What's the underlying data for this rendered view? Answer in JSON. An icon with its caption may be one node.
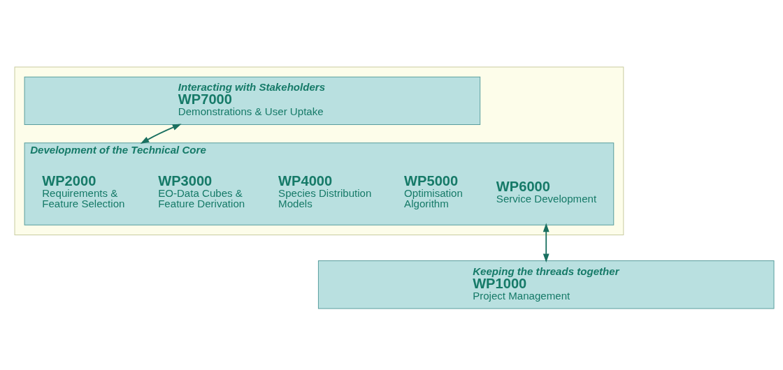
{
  "diagram": {
    "nodes": [
      {
        "text": [],
        "shape": "box"
      },
      {
        "text": [
          "Interacting with Stakeholders",
          "WP7000",
          "Demonstrations & User Uptake"
        ],
        "in": 0
      },
      {
        "text": [
          "Development of the Technical Core"
        ],
        "in": 0
      },
      {
        "text": [
          "WP2000",
          "Requirements & Feature Selection"
        ],
        "in": 2
      },
      {
        "text": [
          "WP3000",
          "EO-Data Cubes & Feature Derivation"
        ],
        "in": 2
      },
      {
        "text": [
          "WP4000",
          "Species Distribution Models"
        ],
        "in": 2
      },
      {
        "text": [
          "WP5000",
          "Optimisation Algorithm"
        ],
        "in": 2
      },
      {
        "text": [
          "WP6000",
          "Service Development"
        ],
        "in": 2
      },
      {
        "text": [
          "Keeping the threads together",
          "WP1000",
          "Project Management"
        ]
      }
    ],
    "edges": [
      {
        "from": 1,
        "to": 2,
        "arrow": "both"
      },
      {
        "from": 2,
        "to": 8,
        "arrow": "both"
      }
    ]
  }
}
